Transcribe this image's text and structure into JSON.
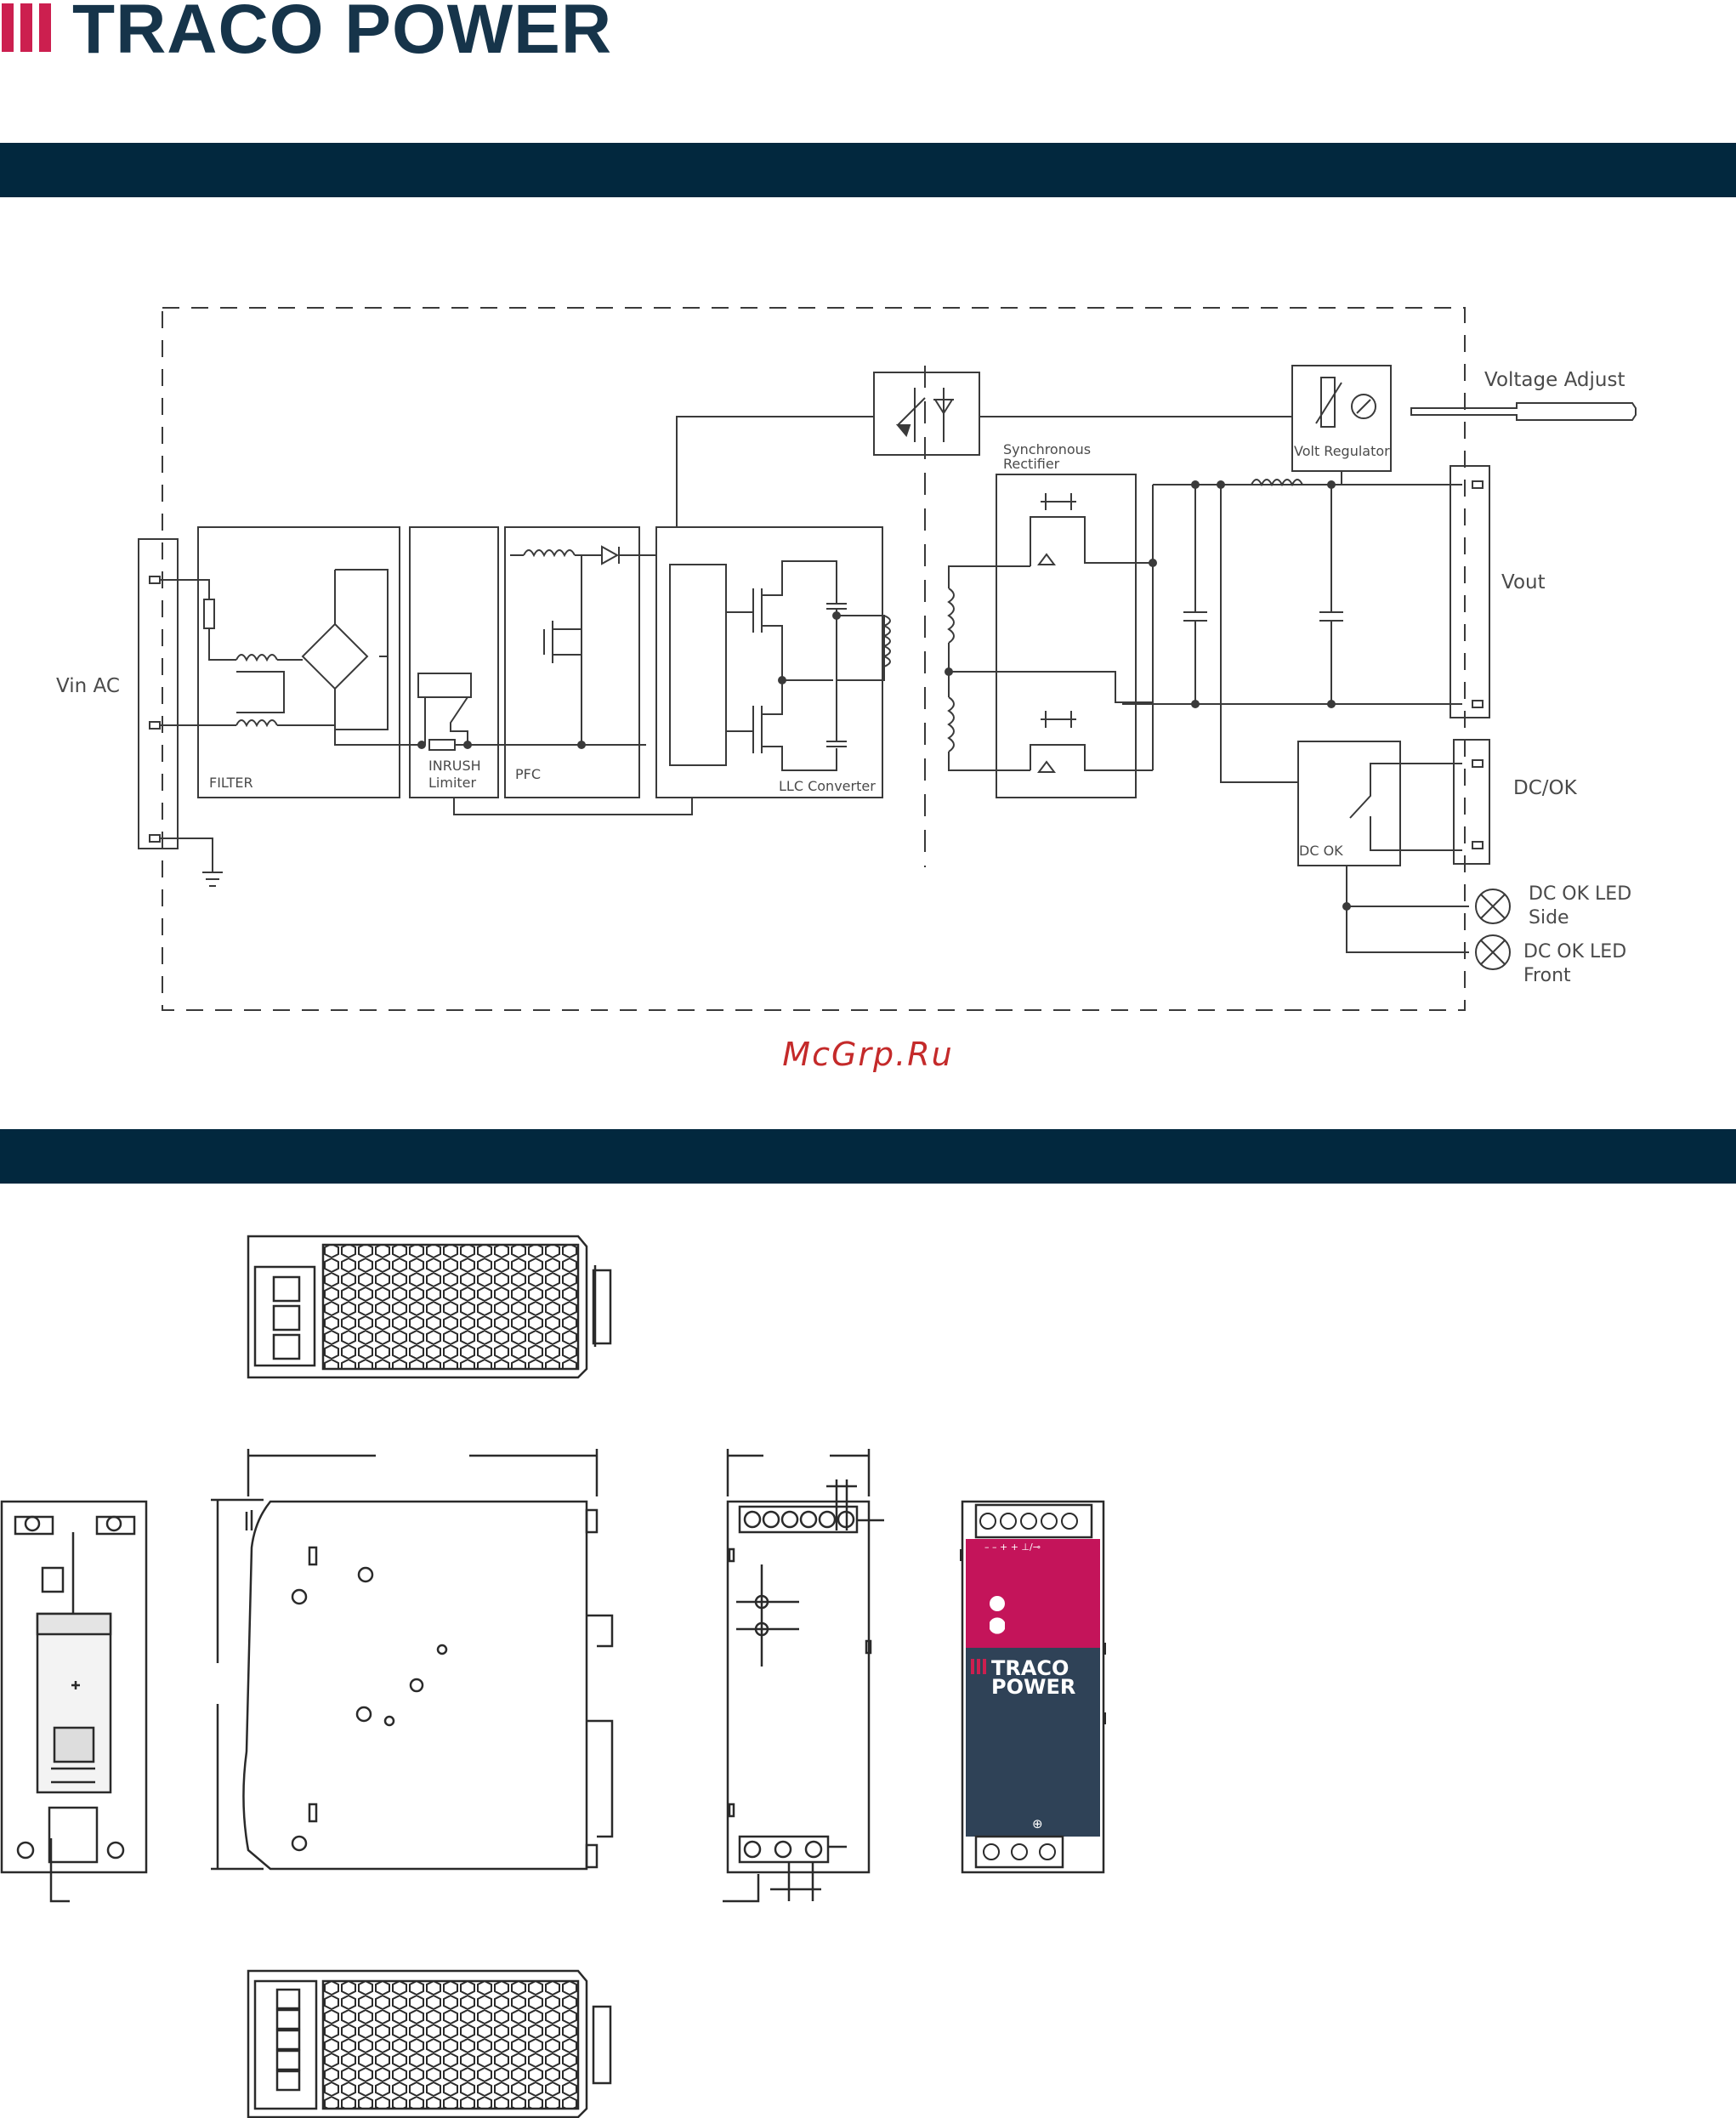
{
  "header": {
    "brand_name": "TRACO POWER",
    "brand_color": "#16344a",
    "accent_color": "#cc1f4f",
    "band_color": "#02283e"
  },
  "block_diagram": {
    "labels": {
      "vin_ac": "Vin AC",
      "filter": "FILTER",
      "inrush": "INRUSH",
      "limiter": "Limiter",
      "pfc": "PFC",
      "llc": "LLC Converter",
      "sync_1": "Synchronous",
      "sync_2": "Rectifier",
      "volt_regulator": "Volt Regulator",
      "voltage_adjust": "Voltage Adjust",
      "vout": "Vout",
      "dc_ok_block": "DC OK",
      "dc_ok_output": "DC/OK",
      "led_side_1": "DC OK LED",
      "led_side_2": "Side",
      "led_front_1": "DC OK LED",
      "led_front_2": "Front"
    }
  },
  "watermark": "McGrp.Ru",
  "front_view": {
    "terminal_marks": "– – + + ⊥/⊸",
    "logo_line_1": "TRACO",
    "logo_line_2": "POWER",
    "ground_symbol": "⊕",
    "pink_color": "#c4145a",
    "navy_color": "#2f4257"
  }
}
